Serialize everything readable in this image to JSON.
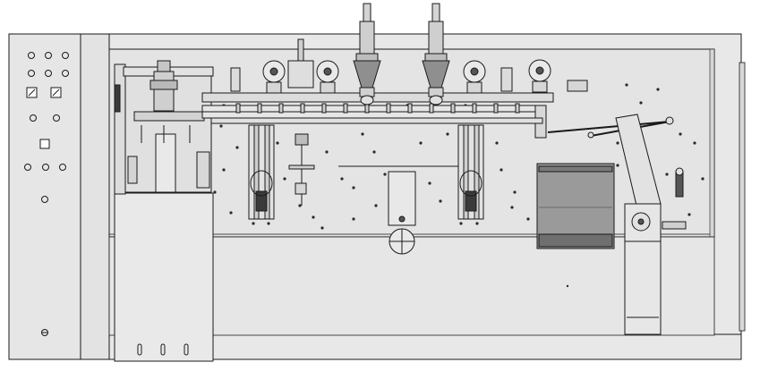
{
  "colors": {
    "background": "#ffffff",
    "panel": "#e6e6e6",
    "body": "#e4e4e4",
    "line": "#1a1a1a",
    "dark": "#3a3a3a",
    "mid": "#9a9a9a",
    "light": "#d0d0d0"
  },
  "components": {
    "control_panel": {
      "icon": "control-panel",
      "knob_rows": 4
    },
    "main_frame": {
      "icon": "machine-frame"
    },
    "conveyor_rail": {
      "icon": "rail"
    },
    "nozzles": {
      "count": 2,
      "icon": "filling-nozzle"
    },
    "reels": {
      "count": 6,
      "icon": "tension-reel"
    },
    "side_box": {
      "icon": "motor-housing"
    },
    "lever_arm": {
      "icon": "lever-arm"
    },
    "left_cabinet": {
      "icon": "cabinet"
    }
  }
}
